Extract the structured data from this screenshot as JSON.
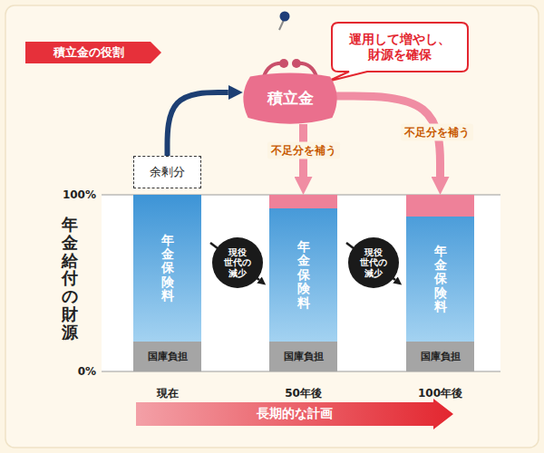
{
  "diagram": {
    "title": "積立金の役割",
    "nodes": [
      {
        "text": [
          "運用して増やし、 財源を確保"
        ]
      },
      {
        "text": [
          "積立金"
        ]
      },
      {
        "text": [
          "余剰分"
        ]
      },
      {
        "text": [
          "年金保険料"
        ]
      },
      {
        "text": [
          "国庫負担"
        ]
      },
      {
        "text": [
          "現役 世代の 減少"
        ]
      },
      {
        "text": [
          "年金保険料"
        ]
      },
      {
        "text": [
          "国庫負担"
        ]
      },
      {
        "text": [
          "現役 世代の 減少"
        ]
      },
      {
        "text": [
          "年金保険料"
        ]
      },
      {
        "text": [
          "国庫負担"
        ]
      },
      {
        "text": [
          "長期的な計画"
        ]
      }
    ],
    "edges": [
      {
        "from": 2,
        "to": 1,
        "arrow": "to"
      },
      {
        "from": 1,
        "to": 6,
        "label": "不足分を補う",
        "arrow": "to"
      },
      {
        "from": 1,
        "to": 9,
        "label": "不足分を補う",
        "arrow": "to"
      }
    ],
    "labels": [
      "100%",
      "0%",
      "年金給付の財源",
      "現在",
      "50年後",
      "100年後"
    ]
  }
}
